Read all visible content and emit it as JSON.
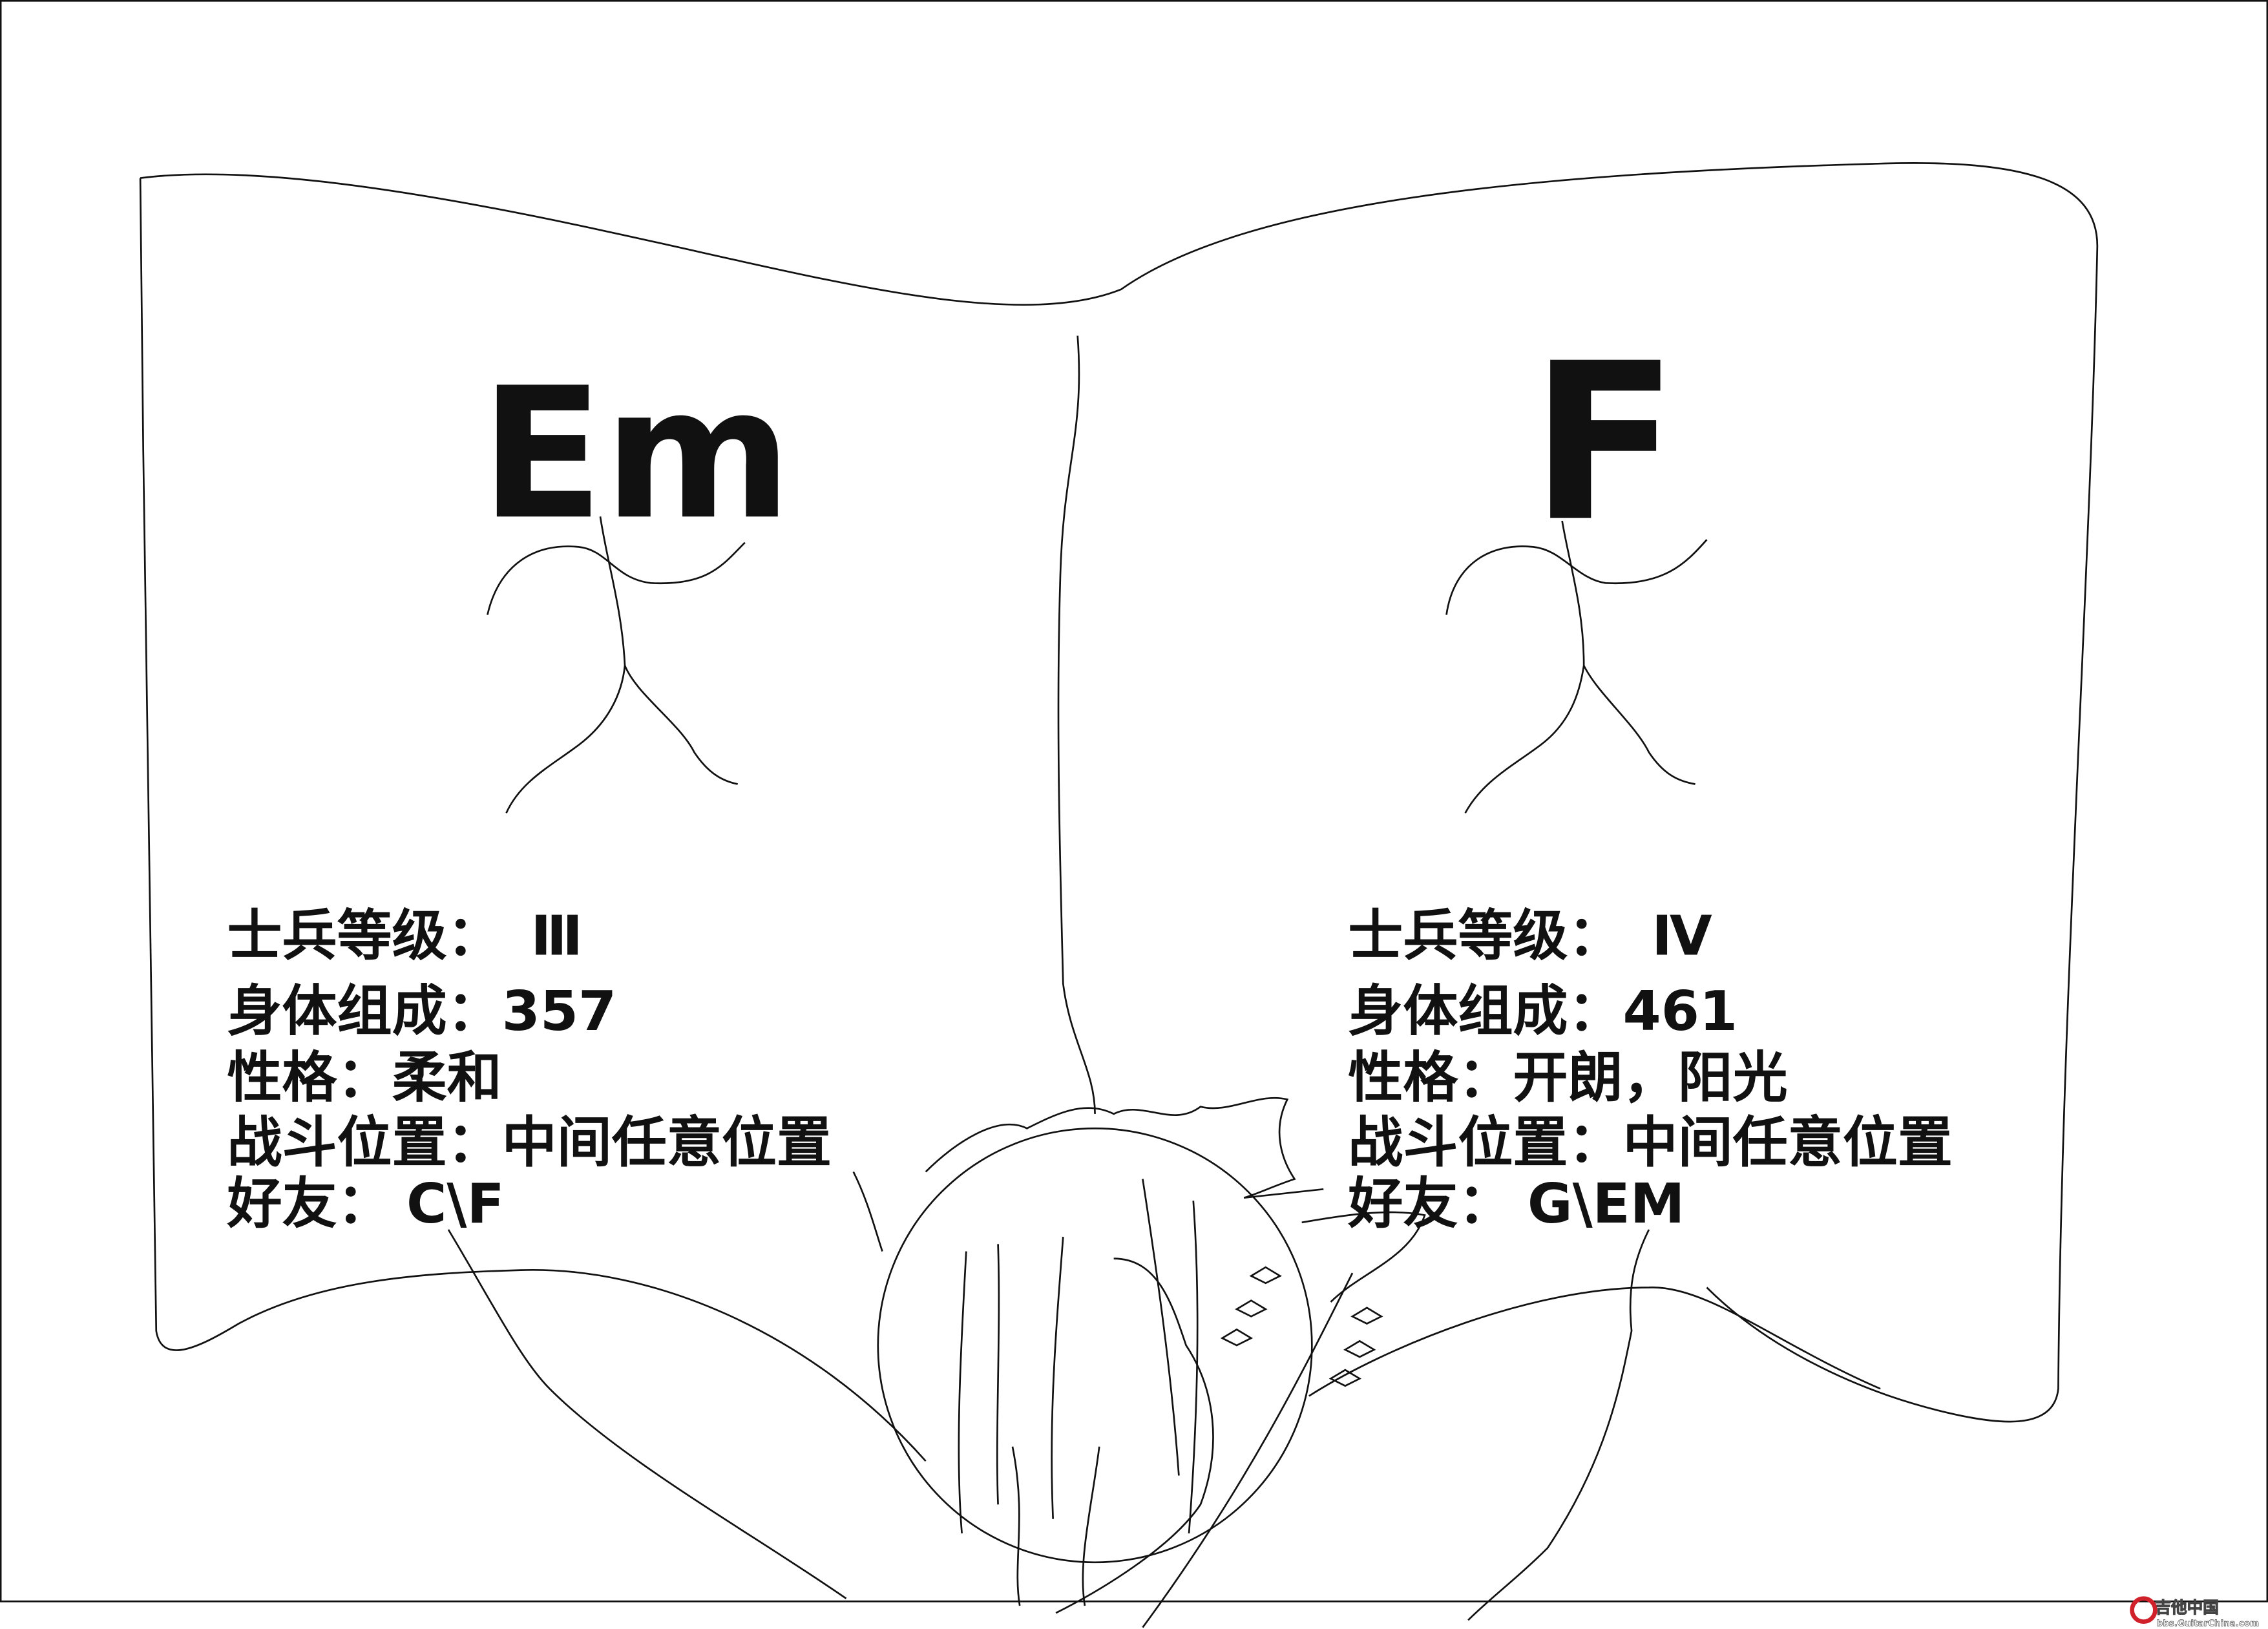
{
  "left_page": {
    "chord": "Em",
    "lines": [
      {
        "label": "士兵等级：",
        "value": "Ⅲ"
      },
      {
        "label": "身体组成",
        "value": "：357"
      },
      {
        "label": "性格：",
        "value": "柔和"
      },
      {
        "label": "战斗位置：",
        "value": "中间任意位置"
      },
      {
        "label": "好友：",
        "value": "C\\F"
      }
    ]
  },
  "right_page": {
    "chord": "F",
    "lines": [
      {
        "label": "士兵等级：",
        "value": "Ⅳ"
      },
      {
        "label": "身体组成",
        "value": "：461"
      },
      {
        "label": "性格：",
        "value": "开朗，阳光"
      },
      {
        "label": "战斗位置：",
        "value": "中间任意位置"
      },
      {
        "label": "好友：",
        "value": "G\\EM"
      }
    ]
  },
  "watermark": {
    "title": "吉他中国",
    "url": "bbs.GuitarChina.com",
    "color": "#d0202a"
  }
}
